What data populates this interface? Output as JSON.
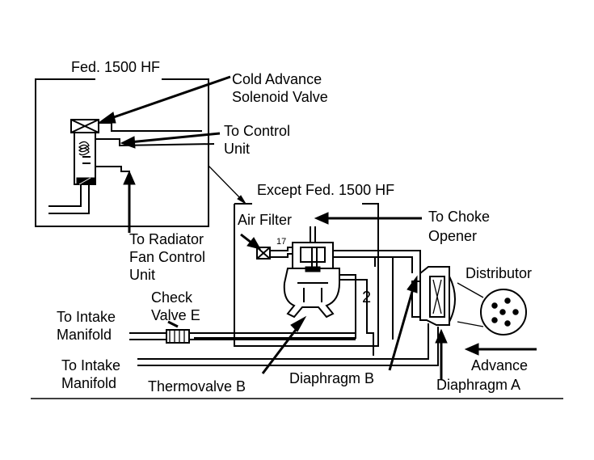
{
  "labels": {
    "fed_1500_hf": "Fed. 1500 HF",
    "cold_advance_1": "Cold Advance",
    "cold_advance_2": "Solenoid Valve",
    "to_control_1": "To Control",
    "to_control_2": "Unit",
    "except_fed": "Except Fed. 1500 HF",
    "air_filter": "Air Filter",
    "to_choke_1": "To Choke",
    "to_choke_2": "Opener",
    "to_radiator_1": "To Radiator",
    "to_radiator_2": "Fan Control",
    "to_radiator_3": "Unit",
    "distributor": "Distributor",
    "check_valve_1": "Check",
    "check_valve_2": "Valve E",
    "to_intake_1a": "To Intake",
    "to_intake_1b": "Manifold",
    "to_intake_2a": "To Intake",
    "to_intake_2b": "Manifold",
    "advance": "Advance",
    "thermovalve_b": "Thermovalve B",
    "diaphragm_b": "Diaphragm B",
    "diaphragm_a": "Diaphragm A",
    "port_17": "17",
    "port_2": "2"
  },
  "colors": {
    "ink": "#000000",
    "paper": "#ffffff"
  }
}
